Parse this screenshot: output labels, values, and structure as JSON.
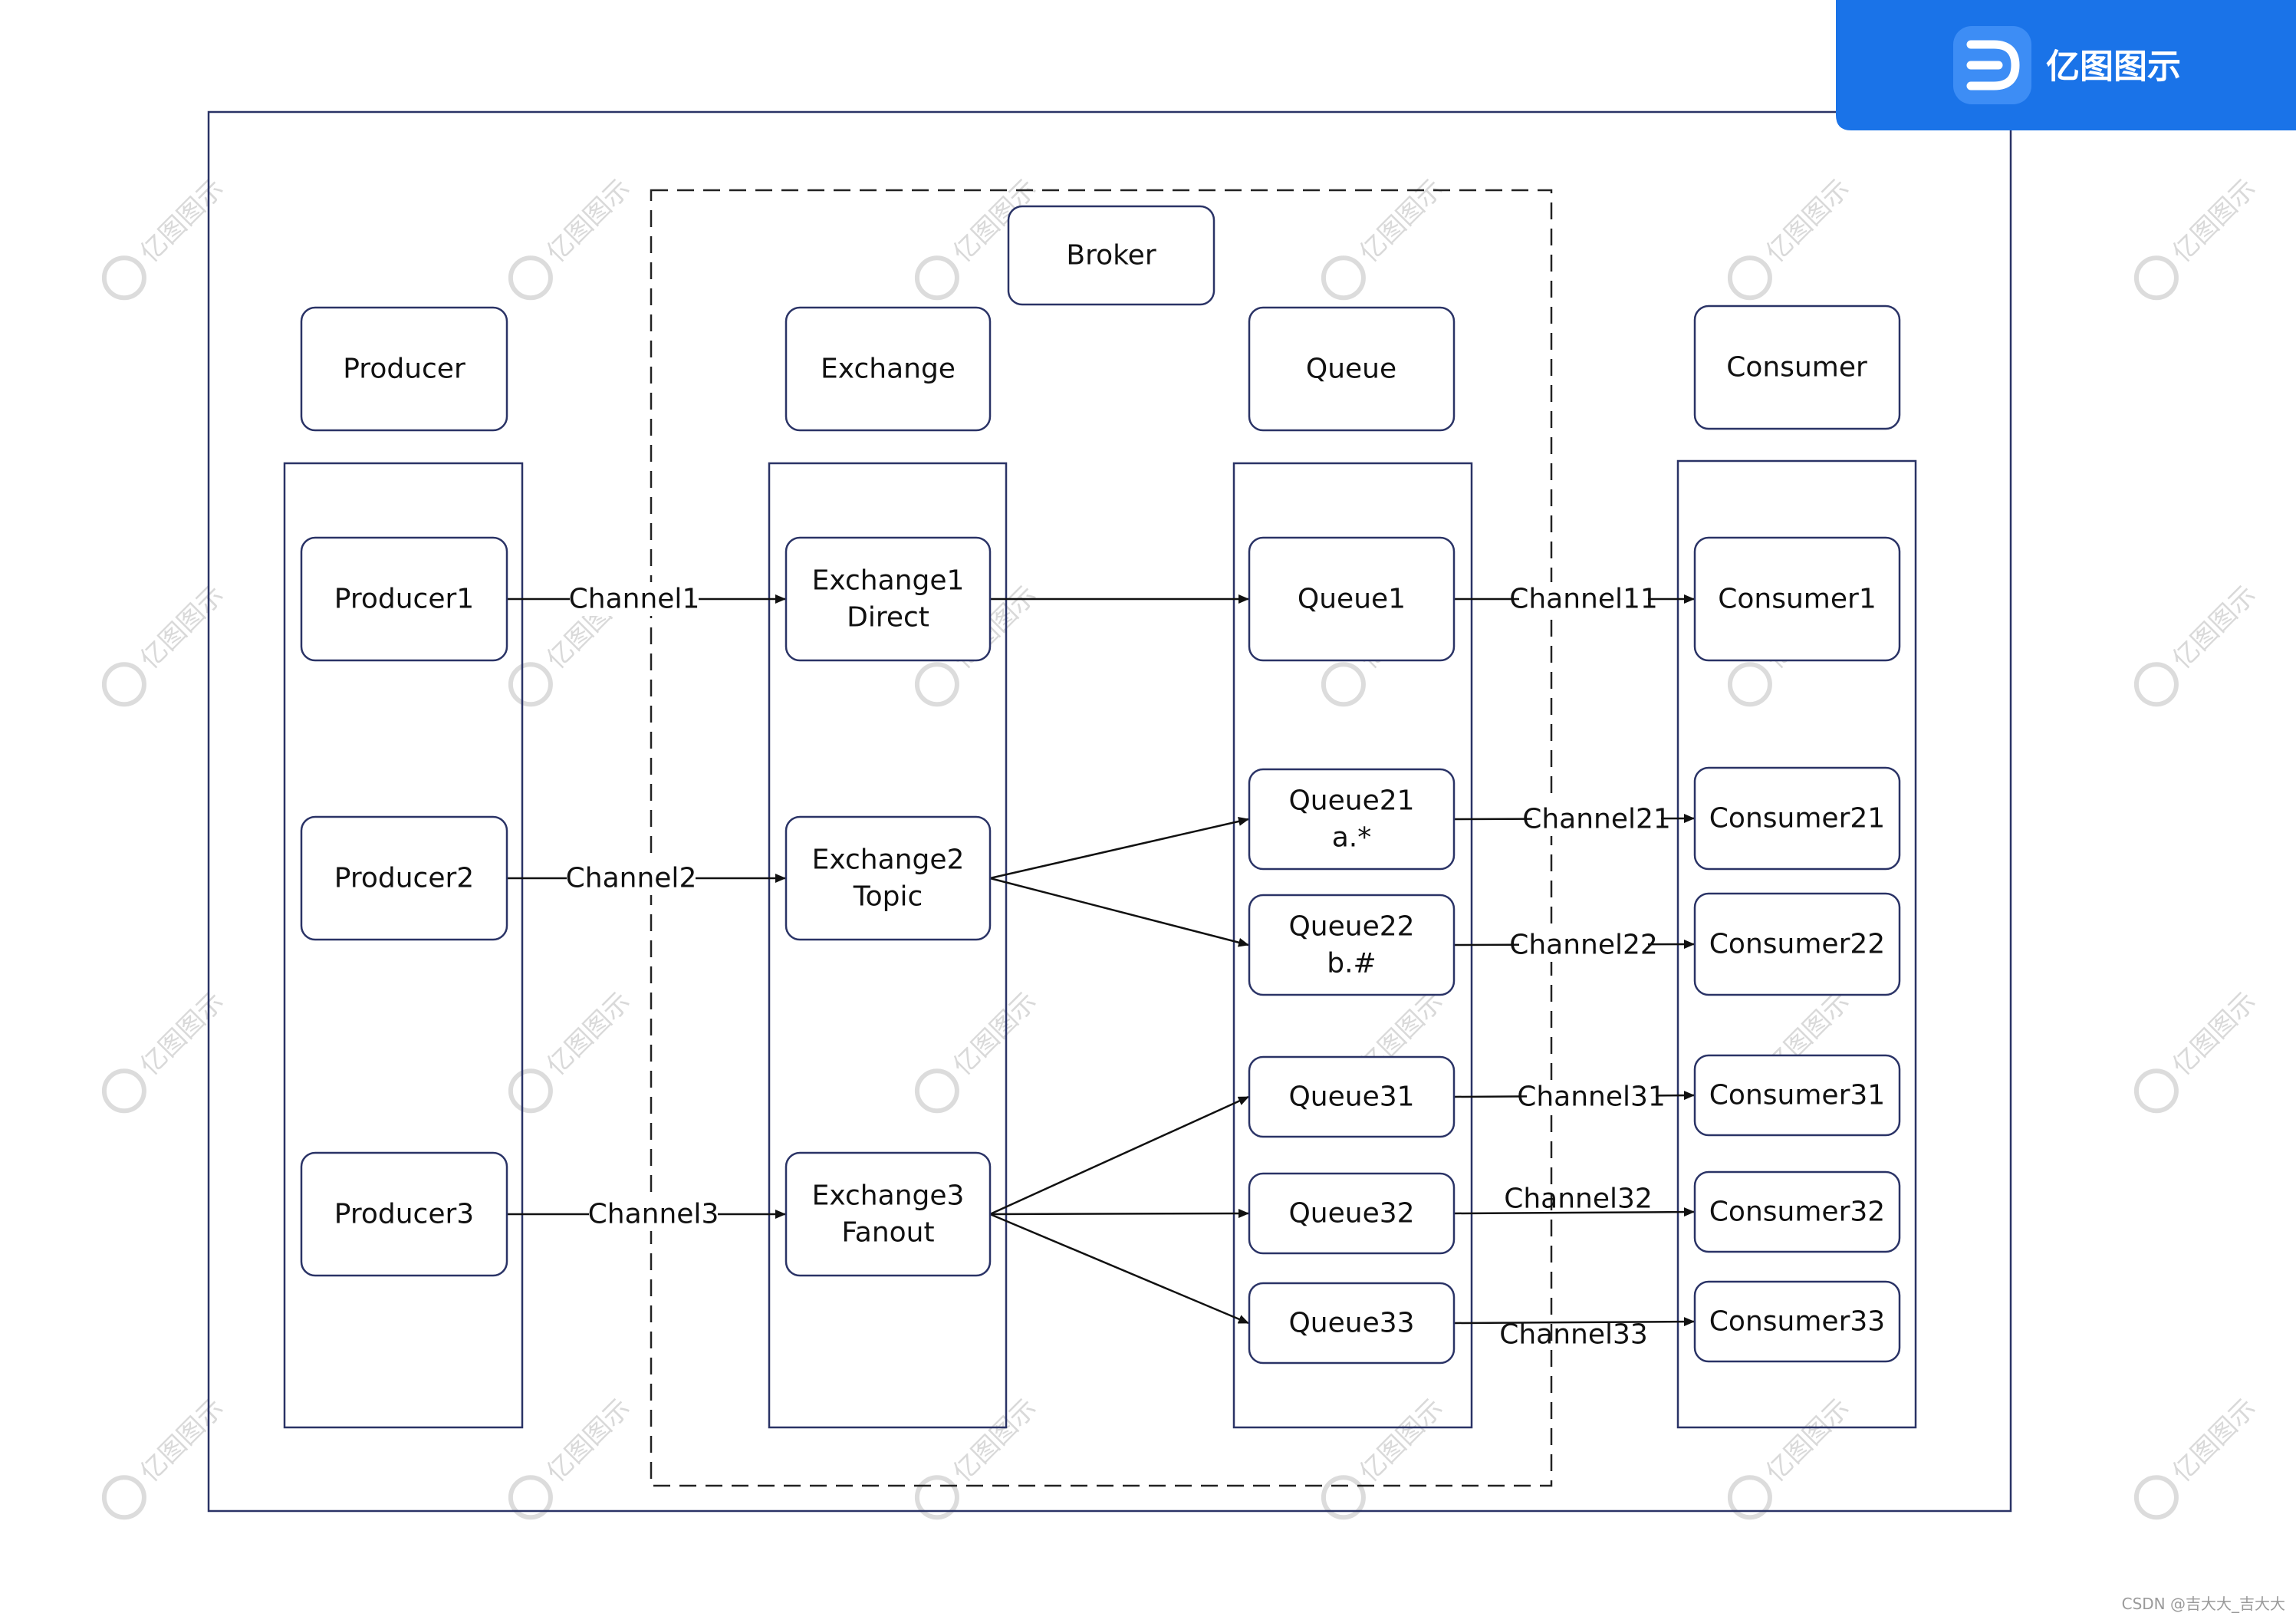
{
  "brand": {
    "name": "亿图图示",
    "color": "#1a73e8",
    "icon": "edraw-logo-icon"
  },
  "credit": "CSDN @吉大大_吉大大",
  "watermark": "亿图图示",
  "colors": {
    "line": "#111111",
    "frame": "#2a3366"
  },
  "groups": {
    "broker": "Broker"
  },
  "columns": {
    "producer": "Producer",
    "exchange": "Exchange",
    "queue": "Queue",
    "consumer": "Consumer"
  },
  "nodes": {
    "producer1": "Producer1",
    "producer2": "Producer2",
    "producer3": "Producer3",
    "exchange1": [
      "Exchange1",
      "Direct"
    ],
    "exchange2": [
      "Exchange2",
      "Topic"
    ],
    "exchange3": [
      "Exchange3",
      "Fanout"
    ],
    "queue1": "Queue1",
    "queue21": [
      "Queue21",
      "a.*"
    ],
    "queue22": [
      "Queue22",
      "b.#"
    ],
    "queue31": "Queue31",
    "queue32": "Queue32",
    "queue33": "Queue33",
    "consumer1": "Consumer1",
    "consumer21": "Consumer21",
    "consumer22": "Consumer22",
    "consumer31": "Consumer31",
    "consumer32": "Consumer32",
    "consumer33": "Consumer33"
  },
  "edges": [
    {
      "from": "producer1",
      "to": "exchange1",
      "label": "Channel1"
    },
    {
      "from": "producer2",
      "to": "exchange2",
      "label": "Channel2"
    },
    {
      "from": "producer3",
      "to": "exchange3",
      "label": "Channel3"
    },
    {
      "from": "exchange1",
      "to": "queue1",
      "label": ""
    },
    {
      "from": "exchange2",
      "to": "queue21",
      "label": ""
    },
    {
      "from": "exchange2",
      "to": "queue22",
      "label": ""
    },
    {
      "from": "exchange3",
      "to": "queue31",
      "label": ""
    },
    {
      "from": "exchange3",
      "to": "queue32",
      "label": ""
    },
    {
      "from": "exchange3",
      "to": "queue33",
      "label": ""
    },
    {
      "from": "queue1",
      "to": "consumer1",
      "label": "Channel11"
    },
    {
      "from": "queue21",
      "to": "consumer21",
      "label": "Channel21"
    },
    {
      "from": "queue22",
      "to": "consumer22",
      "label": "Channel22"
    },
    {
      "from": "queue31",
      "to": "consumer31",
      "label": "Channel31"
    },
    {
      "from": "queue32",
      "to": "consumer32",
      "label": "Channel32"
    },
    {
      "from": "queue33",
      "to": "consumer33",
      "label": "Channel33"
    }
  ]
}
